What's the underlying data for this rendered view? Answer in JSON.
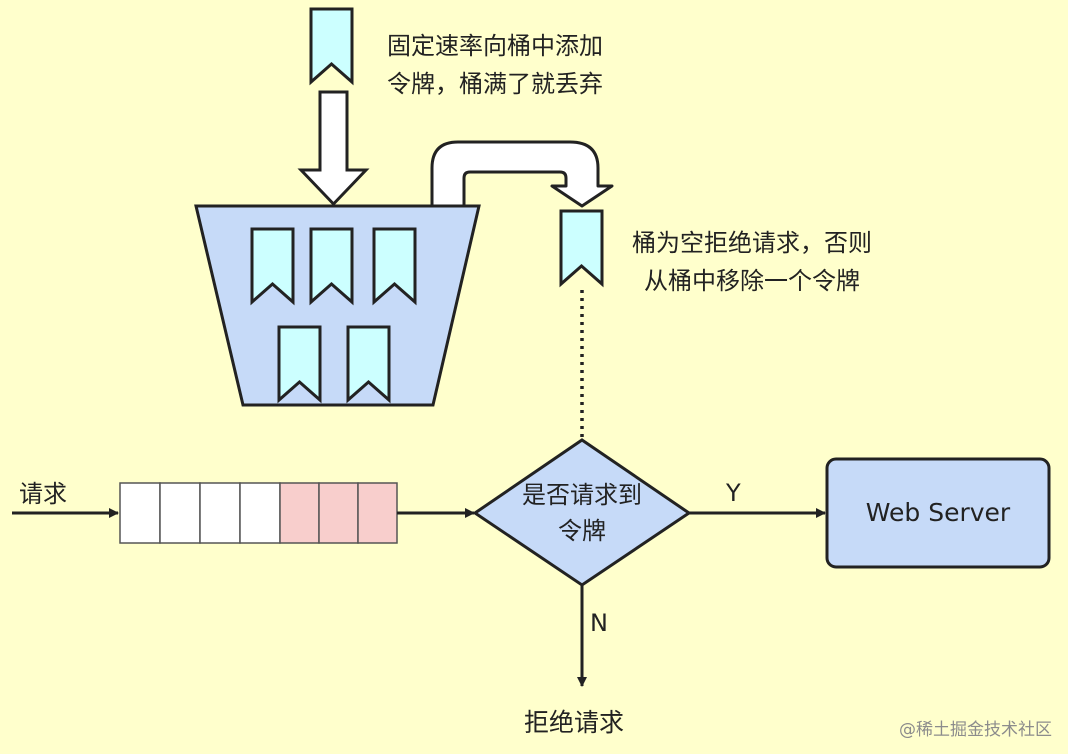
{
  "notes": {
    "fill_line1": "固定速率向桶中添加",
    "fill_line2": "令牌，桶满了就丢弃",
    "remove_line1": "桶为空拒绝请求，否则",
    "remove_line2": "从桶中移除一个令牌"
  },
  "labels": {
    "request": "请求",
    "decision_line1": "是否请求到",
    "decision_line2": "令牌",
    "yes": "Y",
    "no": "N",
    "web_server": "Web Server",
    "reject": "拒绝请求"
  },
  "watermark": "@稀土掘金技术社区",
  "colors": {
    "background": "#FFFFCC",
    "shape_fill": "#C6DAF8",
    "token_fill": "#CCFFFF",
    "queue_request_fill": "#F8CECC",
    "stroke": "#222222"
  },
  "icons": [
    "token-icon",
    "bucket-icon",
    "fill-arrow-icon",
    "extract-pipe-icon"
  ]
}
